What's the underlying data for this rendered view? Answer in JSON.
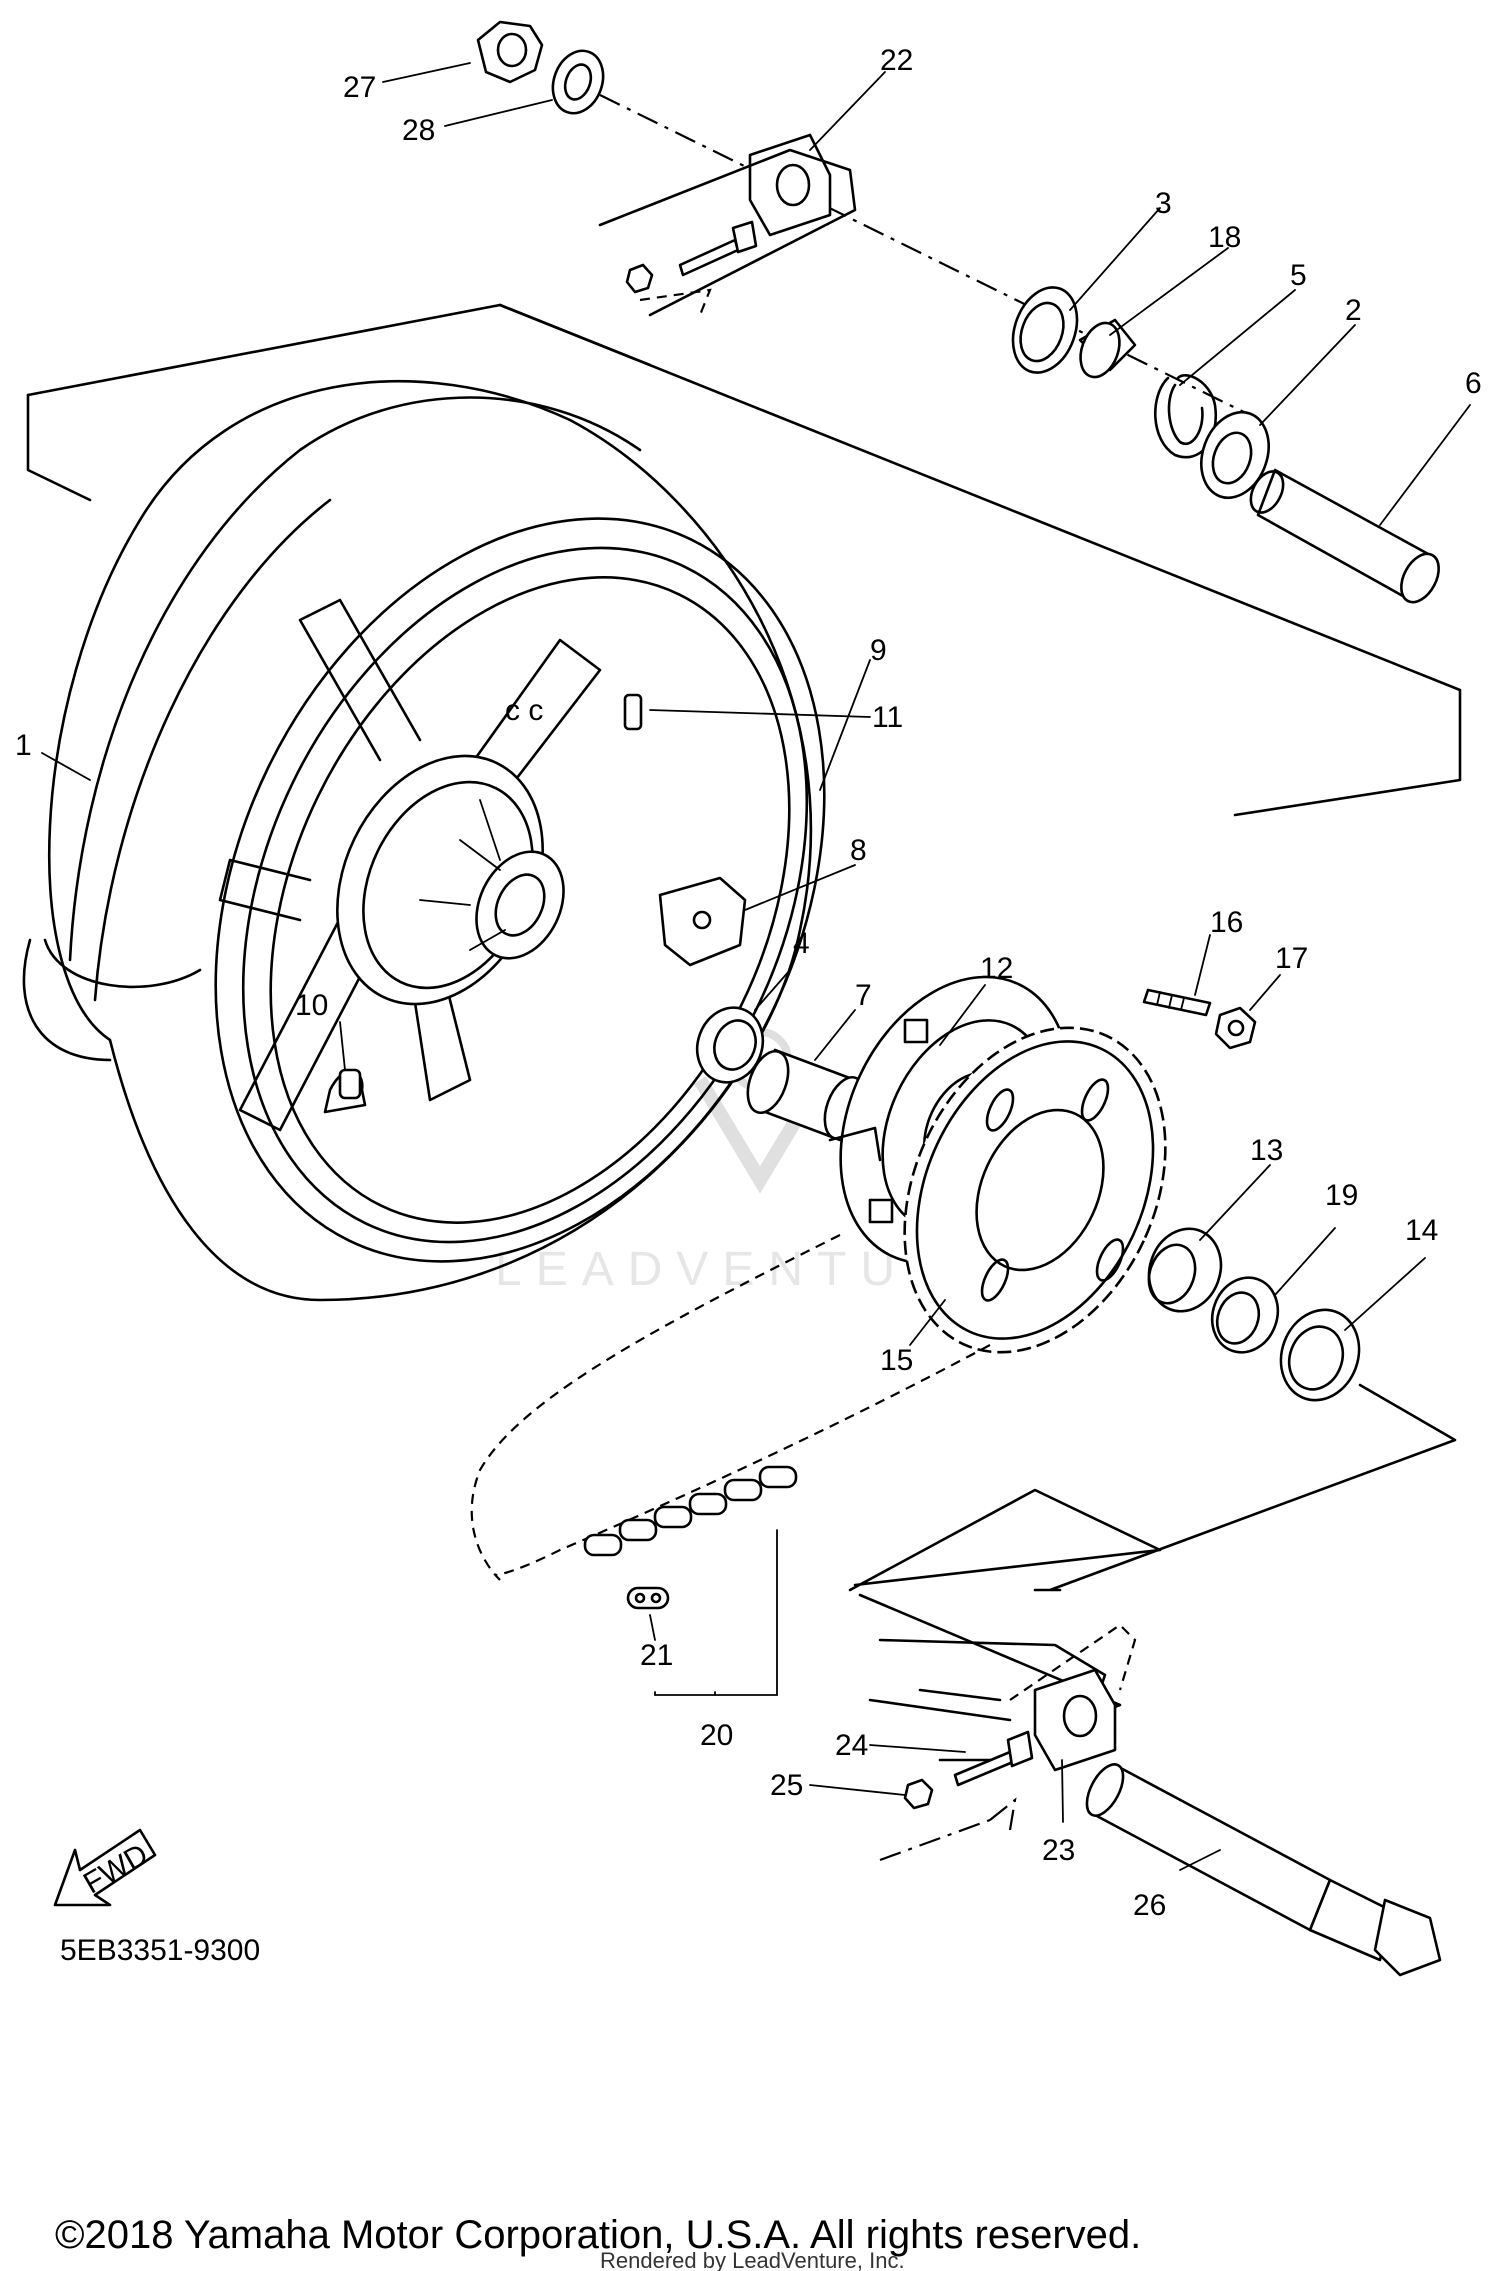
{
  "diagram": {
    "reference_code": "5EB3351-9300",
    "fwd_label": "FWD",
    "copyright": "©2018 Yamaha Motor Corporation, U.S.A. All rights reserved.",
    "rendered_by": "Rendered by LeadVenture, Inc.",
    "watermark": "LEADVENTURE",
    "callouts": [
      {
        "id": "1",
        "label": "1"
      },
      {
        "id": "2",
        "label": "2"
      },
      {
        "id": "3",
        "label": "3"
      },
      {
        "id": "4",
        "label": "4"
      },
      {
        "id": "5",
        "label": "5"
      },
      {
        "id": "6",
        "label": "6"
      },
      {
        "id": "7",
        "label": "7"
      },
      {
        "id": "8",
        "label": "8"
      },
      {
        "id": "9",
        "label": "9"
      },
      {
        "id": "10",
        "label": "10"
      },
      {
        "id": "11",
        "label": "11"
      },
      {
        "id": "12",
        "label": "12"
      },
      {
        "id": "13",
        "label": "13"
      },
      {
        "id": "14",
        "label": "14"
      },
      {
        "id": "15",
        "label": "15"
      },
      {
        "id": "16",
        "label": "16"
      },
      {
        "id": "17",
        "label": "17"
      },
      {
        "id": "18",
        "label": "18"
      },
      {
        "id": "19",
        "label": "19"
      },
      {
        "id": "20",
        "label": "20"
      },
      {
        "id": "21",
        "label": "21"
      },
      {
        "id": "22",
        "label": "22"
      },
      {
        "id": "23",
        "label": "23"
      },
      {
        "id": "24",
        "label": "24"
      },
      {
        "id": "25",
        "label": "25"
      },
      {
        "id": "26",
        "label": "26"
      },
      {
        "id": "27",
        "label": "27"
      },
      {
        "id": "28",
        "label": "28"
      }
    ]
  }
}
